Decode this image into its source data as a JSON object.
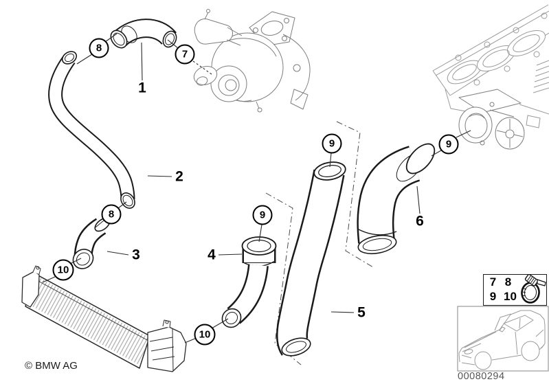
{
  "diagram": {
    "part_callouts": [
      "1",
      "2",
      "3",
      "4",
      "5",
      "6"
    ],
    "clamp_callouts": [
      "8",
      "7",
      "8",
      "10",
      "9",
      "9",
      "9",
      "10"
    ],
    "legend": {
      "row1": [
        "7",
        "8"
      ],
      "row2": [
        "9",
        "10"
      ],
      "icon": "hose-clamp-icon"
    },
    "footer": {
      "copyright": "© BMW AG",
      "image_number": "00080294"
    },
    "colors": {
      "hose_line": "#1a1a1a",
      "machinery_line": "#8a8a8a",
      "fins": "#b2b2b2",
      "image_number_text": "#555555"
    }
  }
}
